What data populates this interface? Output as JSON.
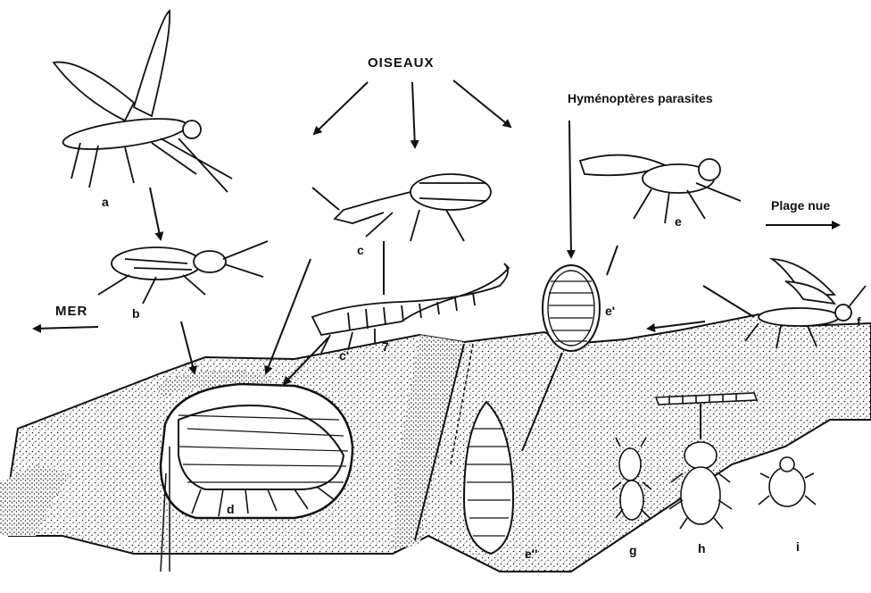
{
  "labels": {
    "oiseaux": "OISEAUX",
    "hymenopteres": "Hyménoptères parasites",
    "plage": "Plage nue",
    "mer": "MER",
    "a": "a",
    "b": "b",
    "c": "c",
    "c2": "c'",
    "d": "d",
    "e": "e",
    "e2": "e'",
    "e3": "e''",
    "f": "f",
    "g": "g",
    "h": "h",
    "i": "i",
    "mark7": "7"
  },
  "colors": {
    "ink": "#111111",
    "paper": "#ffffff",
    "sand": "#ececec"
  }
}
